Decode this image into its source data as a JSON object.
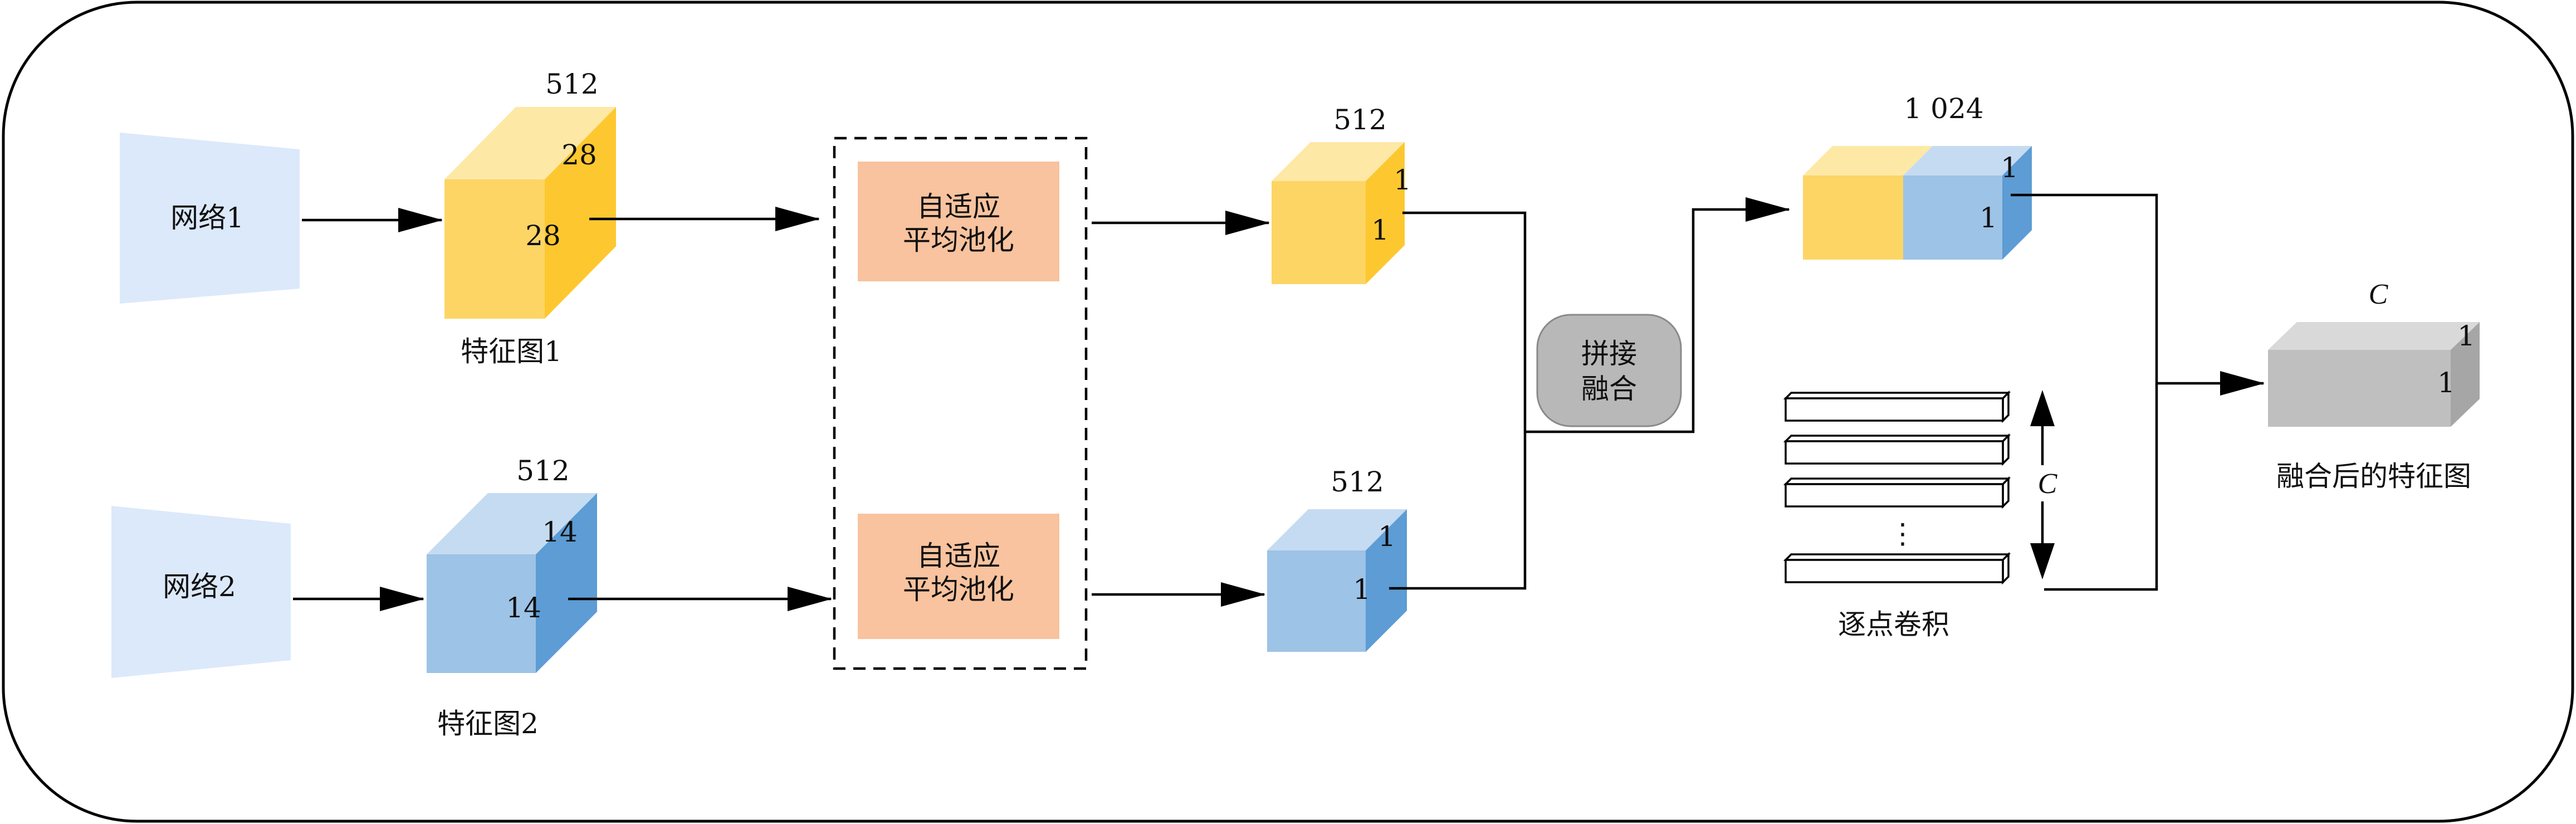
{
  "net1": {
    "label": "网络1"
  },
  "net2": {
    "label": "网络2"
  },
  "fmap1": {
    "channels": "512",
    "h": "28",
    "w": "28",
    "caption": "特征图1"
  },
  "fmap2": {
    "channels": "512",
    "h": "14",
    "w": "14",
    "caption": "特征图2"
  },
  "pool": {
    "line1": "自适应",
    "line2": "平均池化"
  },
  "pooled1": {
    "channels": "512",
    "h": "1",
    "w": "1"
  },
  "pooled2": {
    "channels": "512",
    "h": "1",
    "w": "1"
  },
  "concat": {
    "line1": "拼接",
    "line2": "融合"
  },
  "merged": {
    "channels": "1 024",
    "h": "1",
    "w": "1"
  },
  "pointwise": {
    "c_label": "C",
    "dots": "⋮",
    "caption": "逐点卷积"
  },
  "output": {
    "channels": "C",
    "h": "1",
    "w": "1",
    "caption": "融合后的特征图"
  },
  "colors": {
    "network": "#dce9fb",
    "yellow_front": "#fdd565",
    "yellow_top": "#fee8a6",
    "yellow_side": "#fdc82f",
    "blue_front": "#9dc3e6",
    "blue_top": "#c5dbf1",
    "blue_side": "#5d9cd4",
    "pool_box": "#f8c39e",
    "concat_box": "#b8b8b8",
    "gray_front": "#bfbfbf",
    "gray_top": "#d9d9d9",
    "gray_side": "#a6a6a6"
  }
}
